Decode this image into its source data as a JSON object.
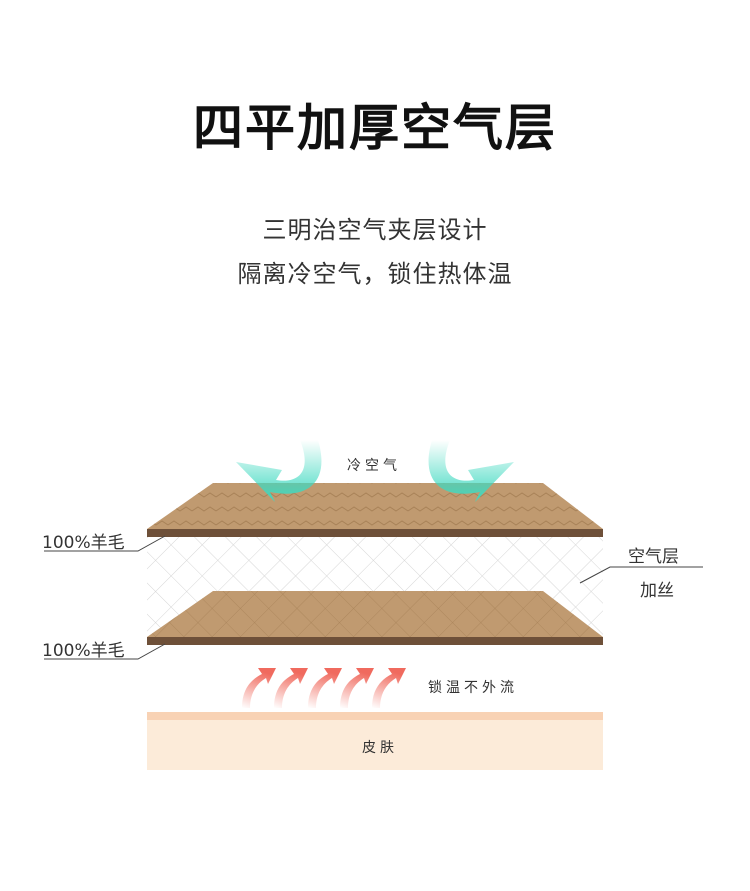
{
  "title": "四平加厚空气层",
  "subtitle_lines": [
    "三明治空气夹层设计",
    "隔离冷空气，锁住热体温"
  ],
  "diagram": {
    "cold_air_label": "冷空气",
    "top_layer_label": "100%羊毛",
    "bottom_layer_label": "100%羊毛",
    "air_layer_label": "空气层",
    "air_layer_sublabel": "加丝",
    "heat_label": "锁温不外流",
    "skin_label": "皮肤"
  },
  "colors": {
    "wool_top": "#c09a70",
    "wool_edge": "#6e5039",
    "cold_air": "#3fd9c0",
    "heat": "#f06a5e",
    "skin": "#fcebd9",
    "skin_stripe": "#f8d2b4"
  }
}
